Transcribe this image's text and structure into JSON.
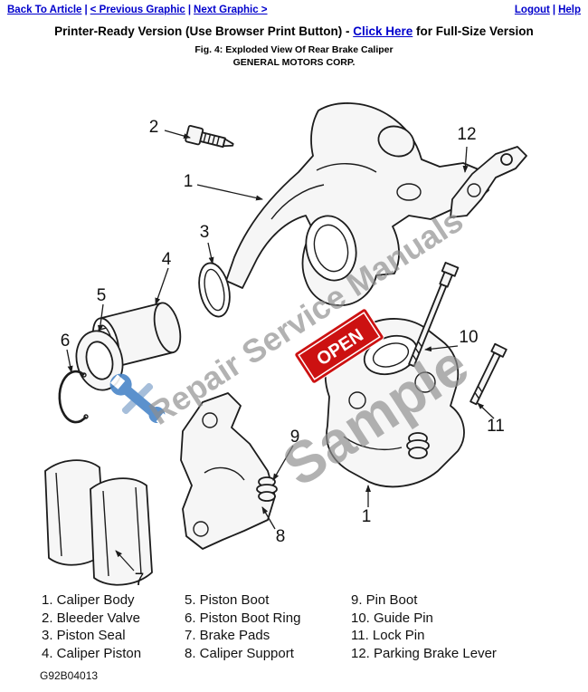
{
  "nav": {
    "back_to_article": "Back To Article",
    "previous_graphic": "< Previous Graphic",
    "next_graphic": "Next Graphic >",
    "logout": "Logout",
    "help": "Help",
    "separator": "|"
  },
  "header": {
    "title_prefix": "Printer-Ready Version (Use Browser Print Button) - ",
    "click_here_label": "Click Here",
    "title_suffix": " for Full-Size Version",
    "figure_caption": "Fig. 4: Exploded View Of Rear Brake Caliper",
    "company": "GENERAL MOTORS CORP."
  },
  "diagram": {
    "callouts": {
      "c1": "1",
      "c2": "2",
      "c3": "3",
      "c4": "4",
      "c5": "5",
      "c6": "6",
      "c7": "7",
      "c8": "8",
      "c9": "9",
      "c10": "10",
      "c11": "11",
      "c12": "12",
      "c1_support": "1"
    },
    "watermark_line": "Repair Service Manuals",
    "watermark_sample": "Sample",
    "stamp_text": "OPEN",
    "colors": {
      "watermark_gray": "#8f8f8f",
      "stamp_red": "#cc1111",
      "line_black": "#1c1c1c",
      "tool_blue": "#4a86c8"
    }
  },
  "legend": {
    "col1": [
      "1. Caliper Body",
      "2. Bleeder Valve",
      "3. Piston Seal",
      "4. Caliper Piston"
    ],
    "col2": [
      "5. Piston Boot",
      "6. Piston Boot Ring",
      "7. Brake Pads",
      "8. Caliper Support"
    ],
    "col3": [
      "9. Pin Boot",
      "10. Guide Pin",
      "11. Lock Pin",
      "12. Parking Brake Lever"
    ]
  },
  "footer": {
    "part_code": "G92B04013"
  }
}
